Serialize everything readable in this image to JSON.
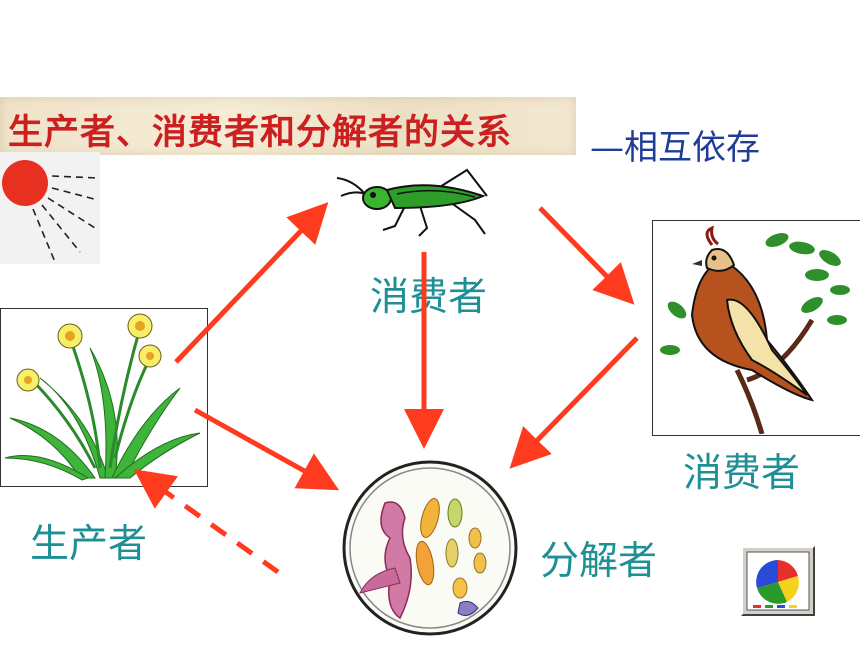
{
  "title": "生产者、消费者和分解者的关系",
  "subtitle": "—相互依存",
  "labels": {
    "consumer_top": "消费者",
    "consumer_right": "消费者",
    "producer": "生产者",
    "decomposer": "分解者"
  },
  "colors": {
    "arrow": "#ff3b1f",
    "title": "#cc1f1f",
    "subtitle": "#1f3d96",
    "label": "#1f8f96"
  },
  "icons": [
    "sun-icon",
    "grasshopper-icon",
    "bird-icon",
    "daffodil-icon",
    "microbe-icon",
    "chart-button-icon"
  ]
}
